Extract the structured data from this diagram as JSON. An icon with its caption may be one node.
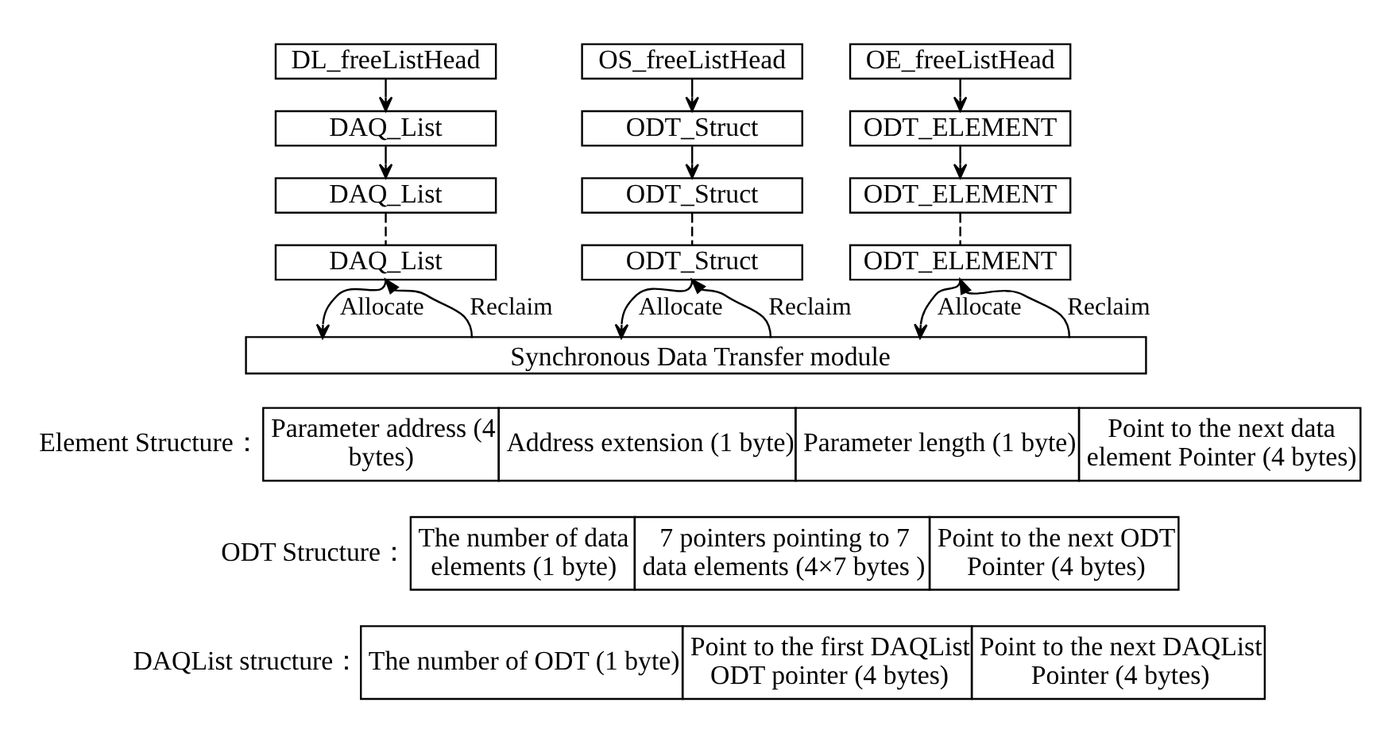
{
  "diagram": {
    "nodes": [
      {
        "text": [
          "DL_freeListHead"
        ]
      },
      {
        "text": [
          "DAQ_List"
        ]
      },
      {
        "text": [
          "DAQ_List"
        ]
      },
      {
        "text": [
          "DAQ_List"
        ]
      },
      {
        "text": [
          "OS_freeListHead"
        ]
      },
      {
        "text": [
          "ODT_Struct"
        ]
      },
      {
        "text": [
          "ODT_Struct"
        ]
      },
      {
        "text": [
          "ODT_Struct"
        ]
      },
      {
        "text": [
          "OE_freeListHead"
        ]
      },
      {
        "text": [
          "ODT_ELEMENT"
        ]
      },
      {
        "text": [
          "ODT_ELEMENT"
        ]
      },
      {
        "text": [
          "ODT_ELEMENT"
        ]
      },
      {
        "text": [
          "Synchronous Data Transfer module"
        ]
      }
    ],
    "edges": [
      {
        "from": 0,
        "to": 1,
        "arrow": "to"
      },
      {
        "from": 1,
        "to": 2,
        "arrow": "to"
      },
      {
        "from": 2,
        "to": 3,
        "arrow": "none",
        "style": "dashed"
      },
      {
        "from": 3,
        "to": 12,
        "arrow": "to",
        "label": "Allocate"
      },
      {
        "from": 12,
        "to": 3,
        "arrow": "to",
        "label": "Reclaim"
      },
      {
        "from": 4,
        "to": 5,
        "arrow": "to"
      },
      {
        "from": 5,
        "to": 6,
        "arrow": "to"
      },
      {
        "from": 6,
        "to": 7,
        "arrow": "none",
        "style": "dashed"
      },
      {
        "from": 7,
        "to": 12,
        "arrow": "to",
        "label": "Allocate"
      },
      {
        "from": 12,
        "to": 7,
        "arrow": "to",
        "label": "Reclaim"
      },
      {
        "from": 8,
        "to": 9,
        "arrow": "to"
      },
      {
        "from": 9,
        "to": 10,
        "arrow": "to"
      },
      {
        "from": 10,
        "to": 11,
        "arrow": "none",
        "style": "dashed"
      },
      {
        "from": 11,
        "to": 12,
        "arrow": "to",
        "label": "Allocate"
      },
      {
        "from": 12,
        "to": 11,
        "arrow": "to",
        "label": "Reclaim"
      }
    ],
    "labels": [
      "Element Structure：",
      "Parameter address (4 bytes)",
      "Address extension (1 byte)",
      "Parameter length (1 byte)",
      "Point to the next data element Pointer (4 bytes)",
      "ODT Structure：",
      "The number of data elements (1 byte)",
      "7 pointers pointing to 7 data elements (4×7 bytes )",
      "Point to the next ODT Pointer (4 bytes)",
      "DAQList structure：",
      "The number of ODT (1 byte)",
      "Point to the first DAQList ODT pointer (4 bytes)",
      "Point to the next DAQList Pointer (4 bytes)"
    ]
  }
}
